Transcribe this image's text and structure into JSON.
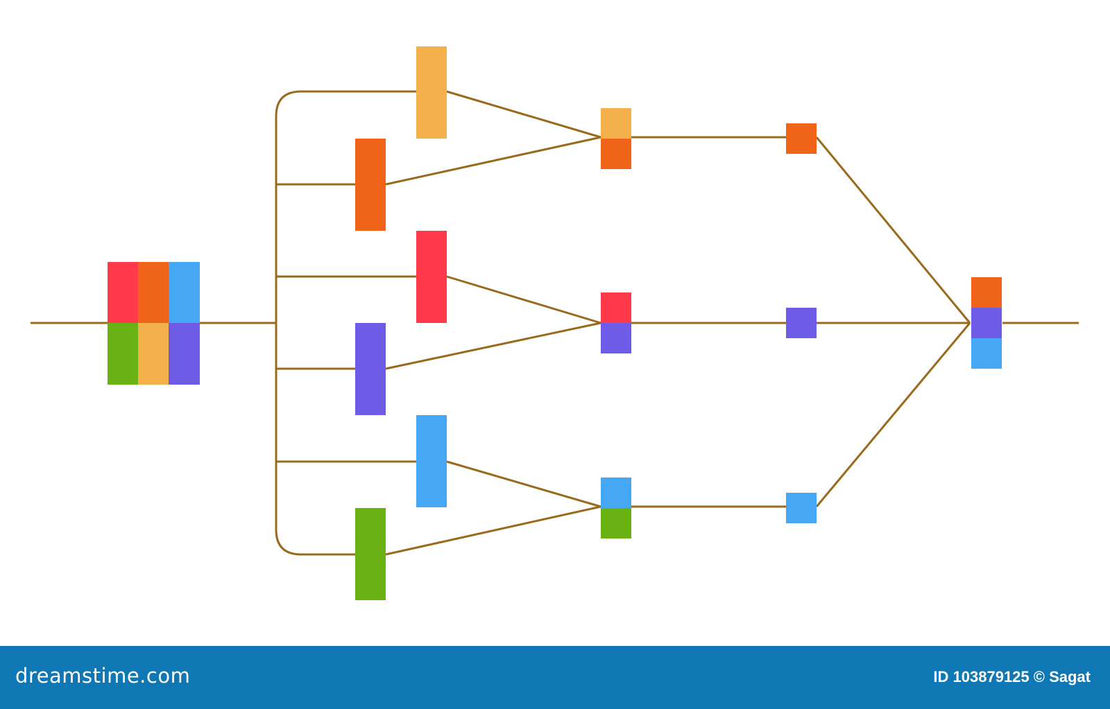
{
  "colors": {
    "red": "#ff3a4b",
    "orange": "#f06419",
    "blue": "#46a7f5",
    "green": "#6ab114",
    "yellow": "#f4b04a",
    "purple": "#6f5ce6",
    "line": "#9a6a1c",
    "footer": "#0f78b4"
  },
  "diagram": {
    "input_grid": [
      "red",
      "orange",
      "blue",
      "green",
      "yellow",
      "purple"
    ],
    "stage1_blocks": [
      "yellow",
      "orange",
      "red",
      "purple",
      "blue",
      "green"
    ],
    "stage2_pairs": [
      [
        "yellow",
        "orange"
      ],
      [
        "red",
        "purple"
      ],
      [
        "blue",
        "green"
      ]
    ],
    "stage3_blocks": [
      "orange",
      "purple",
      "blue"
    ],
    "output_stack": [
      "orange",
      "purple",
      "blue"
    ]
  },
  "footer": {
    "brand": "dreamstime.com",
    "credit": "ID 103879125 © Sagat"
  }
}
